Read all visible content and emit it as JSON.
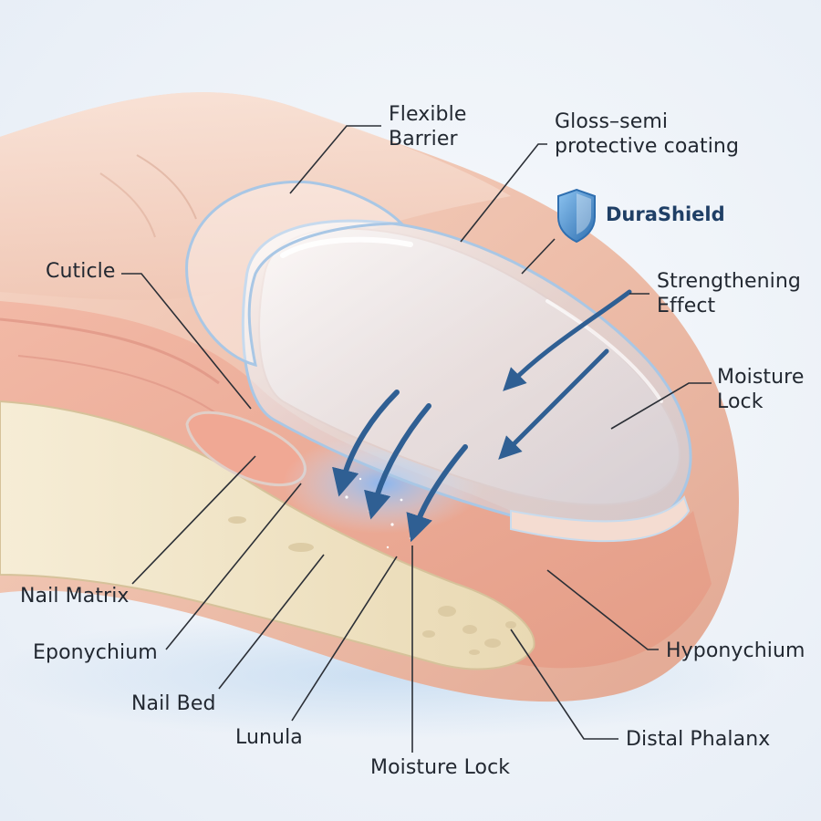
{
  "brand": {
    "name": "DuraShield",
    "icon": "shield-icon",
    "color": "#1f3f66"
  },
  "labels": {
    "flexible_barrier": [
      "Flexible",
      "Barrier"
    ],
    "gloss_coating": [
      "Gloss–semi",
      "protective coating"
    ],
    "strengthening_effect": [
      "Strengthening",
      "Effect"
    ],
    "moisture_lock_right": [
      "Moisture",
      "Lock"
    ],
    "cuticle": "Cuticle",
    "nail_matrix": "Nail Matrix",
    "eponychium": "Eponychium",
    "nail_bed": "Nail Bed",
    "lunula": "Lunula",
    "moisture_lock_bottom": "Moisture Lock",
    "hyponychium": "Hyponychium",
    "distal_phalanx": "Distal Phalanx"
  },
  "colors": {
    "skin": "#f2c8b8",
    "bone": "#efe3c4",
    "coating": "#cfe2f3",
    "arrow": "#2f5f93",
    "leader": "#2b2f36"
  }
}
